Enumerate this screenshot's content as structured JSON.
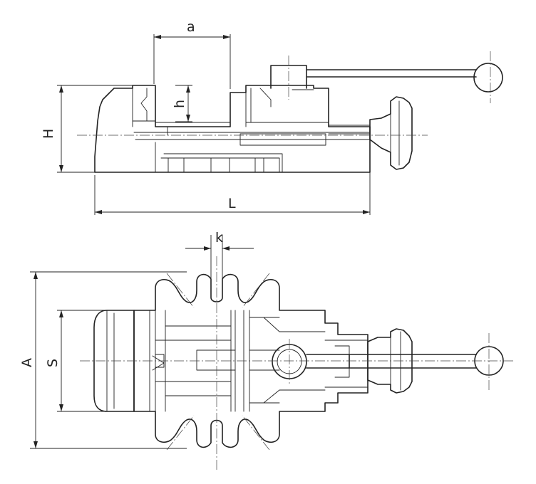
{
  "dimensions": {
    "a": "a",
    "H": "H",
    "h": "h",
    "L": "L",
    "k": "k",
    "A": "A",
    "S": "S"
  }
}
